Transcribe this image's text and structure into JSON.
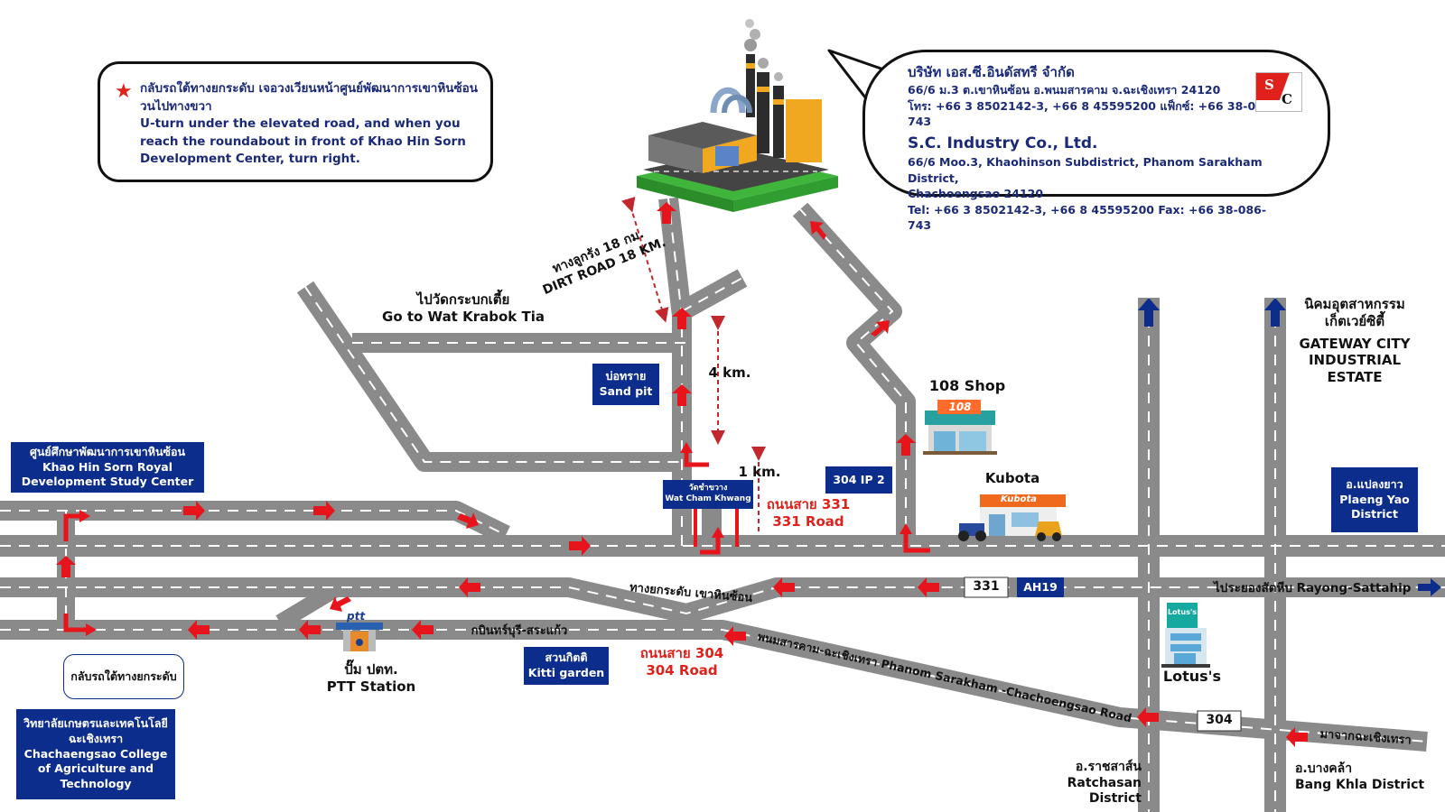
{
  "note": {
    "thai": "กลับรถใต้ทางยกระดับ เจอวงเวียนหน้าศูนย์พัฒนาการเขาหินซ้อน วนไปทางขวา",
    "english": "U-turn under the elevated road, and when you reach the roundabout in front of Khao Hin Sorn Development Center, turn right."
  },
  "company": {
    "thai_name": "บริษัท เอส.ซี.อินดัสทรี จำกัด",
    "thai_address": "66/6 ม.3 ต.เขาหินซ้อน อ.พนมสารคาม จ.ฉะเชิงเทรา 24120",
    "thai_phone": "โทร: +66 3 8502142-3, +66 8 45595200  แฟ็กซ์: +66 38-086-743",
    "en_name": "S.C. Industry Co., Ltd.",
    "en_address_1": "66/6 Moo.3, Khaohinson Subdistrict, Phanom Sarakham District,",
    "en_address_2": "Chachoengsao 24120",
    "en_phone": "Tel: +66 3 8502142-3, +66 8 45595200  Fax: +66 38-086-743",
    "logo_s": "S",
    "logo_c": "C"
  },
  "labels": {
    "dirt_road_th": "ทางลูกรัง 18 กม.",
    "dirt_road_en": "DIRT ROAD 18 KM.",
    "wat_krabok_th": "ไปวัดกระบกเตี้ย",
    "wat_krabok_en": "Go to Wat Krabok Tia",
    "four_km": "4 km.",
    "one_km": "1 km.",
    "road331_th": "ถนนสาย 331",
    "road331_en": "331 Road",
    "shop108": "108 Shop",
    "kubota": "Kubota",
    "gateway_th_1": "นิคมอุตสาหกรรม",
    "gateway_th_2": "เก็ตเวย์ซิตี้",
    "gateway_en_1": "GATEWAY CITY",
    "gateway_en_2": "INDUSTRIAL",
    "gateway_en_3": "ESTATE",
    "shield_331": "331",
    "shield_ah19": "AH19",
    "rayong": "ไประยองสัตหีบ  Rayong-Sattahip",
    "elevated_th": "ทางยกระดับ เขาหินซ้อน",
    "prachin": "กบินทร์บุรี-สระแก้ว",
    "road304_th": "ถนนสาย 304",
    "road304_en": "304 Road",
    "phanom": "พนมสารคาม-ฉะเชิงเทรา  Phanom Sarakham -Chachoengsao Road",
    "lotus": "Lotus's",
    "shield_304": "304",
    "from_chacho": "มาจากฉะเชิงเทรา",
    "ratchasan_th": "อ.ราชสาส์น",
    "ratchasan_en": "Ratchasan District",
    "bangkhla_th": "อ.บางคล้า",
    "bangkhla_en": "Bang Khla District",
    "ptt_th": "ปั๊ม ปตท.",
    "ptt_en": "PTT  Station",
    "uturn_bubble": "กลับรถใต้ทางยกระดับ",
    "ptt_logo": "ptt",
    "lotus_sign": "Lotus's",
    "shop108_sign": "108",
    "kubota_sign": "Kubota"
  },
  "boxes": {
    "khao_hin_sorn": "ศูนย์ศึกษาพัฒนาการเขาหินซ้อน\nKhao Hin Sorn Royal\nDevelopment Study Center",
    "sand_pit": "บ่อทราย\nSand pit",
    "wat_cham": "วัดชำขวาง\nWat Cham Khwang",
    "ip2": "304 IP 2",
    "plaeng_yao": "อ.แปลงยาว\nPlaeng Yao\nDistrict",
    "kitti": "สวนกิตติ\nKitti garden",
    "college": "วิทยาลัยเกษตรและเทคโนโลยี\nฉะเชิงเทรา\nChachaengsao College\nof Agriculture and\nTechnology"
  },
  "colors": {
    "road": "#8a8a8a",
    "arrow": "#e8141b",
    "navy": "#0d2d8c",
    "text_blue": "#1b2a78",
    "ground_green": "#3fb63b"
  }
}
